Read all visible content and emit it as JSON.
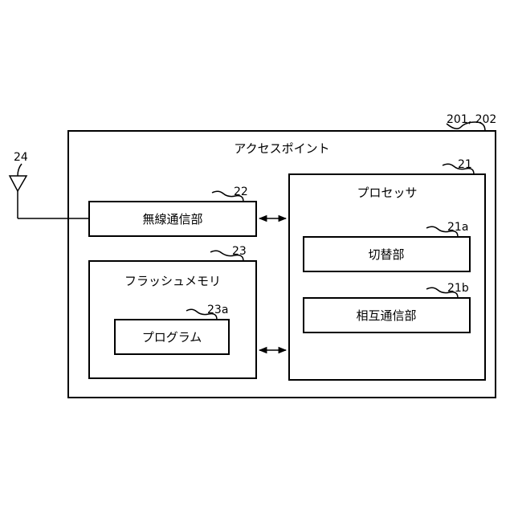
{
  "access_point": {
    "label": "アクセスポイント",
    "ref": "201, 202"
  },
  "antenna": {
    "ref": "24"
  },
  "wireless_comm": {
    "label": "無線通信部",
    "ref": "22"
  },
  "flash_memory": {
    "label": "フラッシュメモリ",
    "ref": "23"
  },
  "program": {
    "label": "プログラム",
    "ref": "23a"
  },
  "processor": {
    "label": "プロセッサ",
    "ref": "21"
  },
  "switching": {
    "label": "切替部",
    "ref": "21a"
  },
  "mutual_comm": {
    "label": "相互通信部",
    "ref": "21b"
  }
}
